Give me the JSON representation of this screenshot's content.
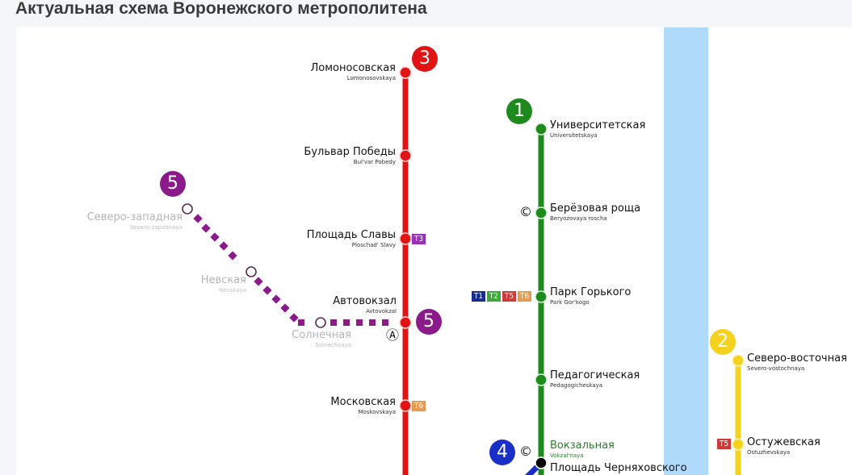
{
  "page": {
    "title": "Актуальная схема Воронежского метрополитена"
  },
  "colors": {
    "line1": "#1e8a1e",
    "line2": "#f5d21e",
    "line3": "#e01414",
    "line4": "#1a2fc8",
    "line5": "#8b1a8b",
    "river": "#b0dafa",
    "tram_T1": "#1a2d8c",
    "tram_T2": "#3aa83a",
    "tram_T3": "#9b30b8",
    "tram_T5": "#cc3a3a",
    "tram_T6": "#e89a50"
  },
  "lines": [
    {
      "number": "1",
      "color": "#1e8a1e"
    },
    {
      "number": "2",
      "color": "#f5d21e"
    },
    {
      "number": "3",
      "color": "#e01414"
    },
    {
      "number": "4",
      "color": "#1a2fc8"
    },
    {
      "number": "5",
      "color": "#8b1a8b"
    }
  ],
  "line3": {
    "badge": "3",
    "stations": [
      {
        "ru": "Ломоносовская",
        "en": "Lomonosovskaya"
      },
      {
        "ru": "Бульвар Победы",
        "en": "Bul'var Pobedy"
      },
      {
        "ru": "Площадь Славы",
        "en": "Ploschad' Slavy",
        "tram": [
          "T3"
        ]
      },
      {
        "ru": "Автовокзал",
        "en": "Avtovokzal",
        "transfer": "A"
      },
      {
        "ru": "Московская",
        "en": "Moskovskaya",
        "tram": [
          "T6"
        ]
      }
    ]
  },
  "line5": {
    "badges": [
      "5",
      "5"
    ],
    "status": "planned",
    "stations": [
      {
        "ru": "Северо-западная",
        "en": "Severo-zapadnaya"
      },
      {
        "ru": "Невская",
        "en": "Nevskaya"
      },
      {
        "ru": "Солнечная",
        "en": "Solnechnaya"
      }
    ]
  },
  "line1": {
    "badge": "1",
    "stations": [
      {
        "ru": "Университетская",
        "en": "Universitetskaya"
      },
      {
        "ru": "Берёзовая роща",
        "en": "Beryozovaya roscha",
        "transfer": "©"
      },
      {
        "ru": "Парк Горького",
        "en": "Park Gor'kogo",
        "tram": [
          "T1",
          "T2",
          "T5",
          "T6"
        ]
      },
      {
        "ru": "Педагогическая",
        "en": "Pedagogicheskaya"
      },
      {
        "ru": "Вокзальная",
        "en": "Vokzal'naya",
        "transfer": "©"
      },
      {
        "ru": "Площадь Черняховского",
        "en": ""
      }
    ]
  },
  "line4": {
    "badge": "4"
  },
  "line2": {
    "badge": "2",
    "stations": [
      {
        "ru": "Северо-восточная",
        "en": "Severo-vostochnaya"
      },
      {
        "ru": "Остужевская",
        "en": "Ostuzhevskaya",
        "tram": [
          "T5"
        ]
      }
    ]
  },
  "icons": {
    "bus-station": "Ⓐ",
    "railway-station": "©"
  }
}
